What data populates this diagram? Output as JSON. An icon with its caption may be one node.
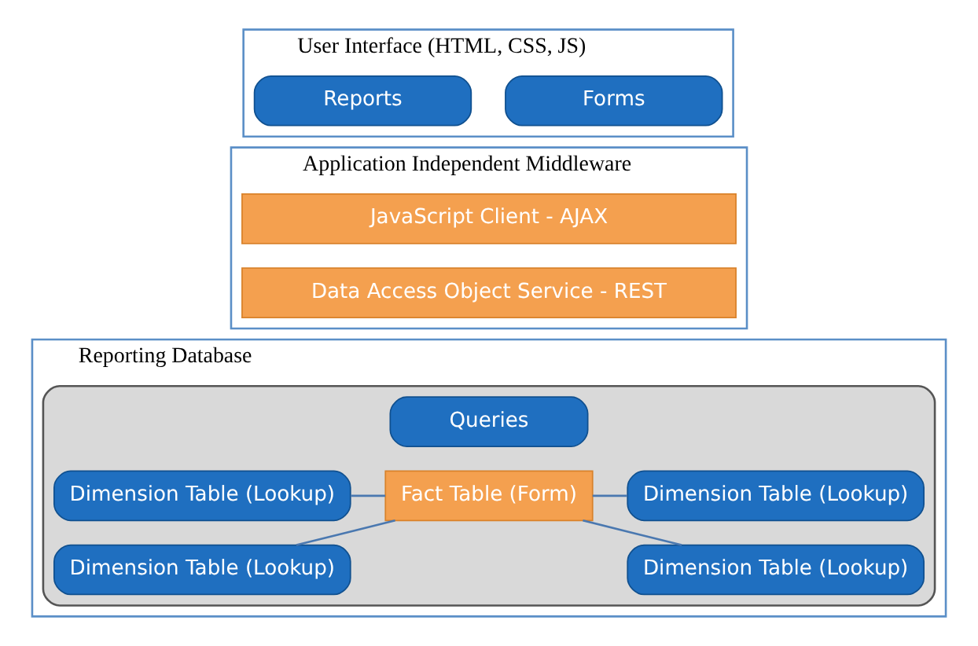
{
  "diagram": {
    "nodes": [
      {
        "text": [
          "User Interface (HTML, CSS, JS)"
        ]
      },
      {
        "text": [
          "Forms"
        ],
        "in": 0
      },
      {
        "text": [
          "Reports"
        ],
        "in": 0
      },
      {
        "text": [
          "Application Independent Middleware"
        ]
      },
      {
        "text": [
          "JavaScript Client - AJAX"
        ],
        "in": 3
      },
      {
        "text": [
          "Data Access Object Service - REST"
        ],
        "in": 3
      },
      {
        "text": [
          "Reporting Database"
        ]
      },
      {
        "text": [],
        "shape": "cylinder",
        "in": 6
      },
      {
        "text": [
          "Queries"
        ],
        "in": 7
      },
      {
        "text": [
          "Dimension Table (Lookup)"
        ],
        "in": 7
      },
      {
        "text": [
          "Dimension Table (Lookup)"
        ],
        "in": 7
      },
      {
        "text": [
          "Fact Table (Form)"
        ],
        "in": 7
      },
      {
        "text": [
          "Dimension Table (Lookup)"
        ],
        "in": 7
      },
      {
        "text": [
          "Dimension Table (Lookup)"
        ],
        "in": 7
      }
    ],
    "edges": [
      {
        "from": 9,
        "to": 11,
        "arrow": "none"
      },
      {
        "from": 10,
        "to": 11,
        "arrow": "none"
      },
      {
        "from": 11,
        "to": 12,
        "arrow": "none"
      },
      {
        "from": 11,
        "to": 13,
        "arrow": "none"
      }
    ]
  }
}
